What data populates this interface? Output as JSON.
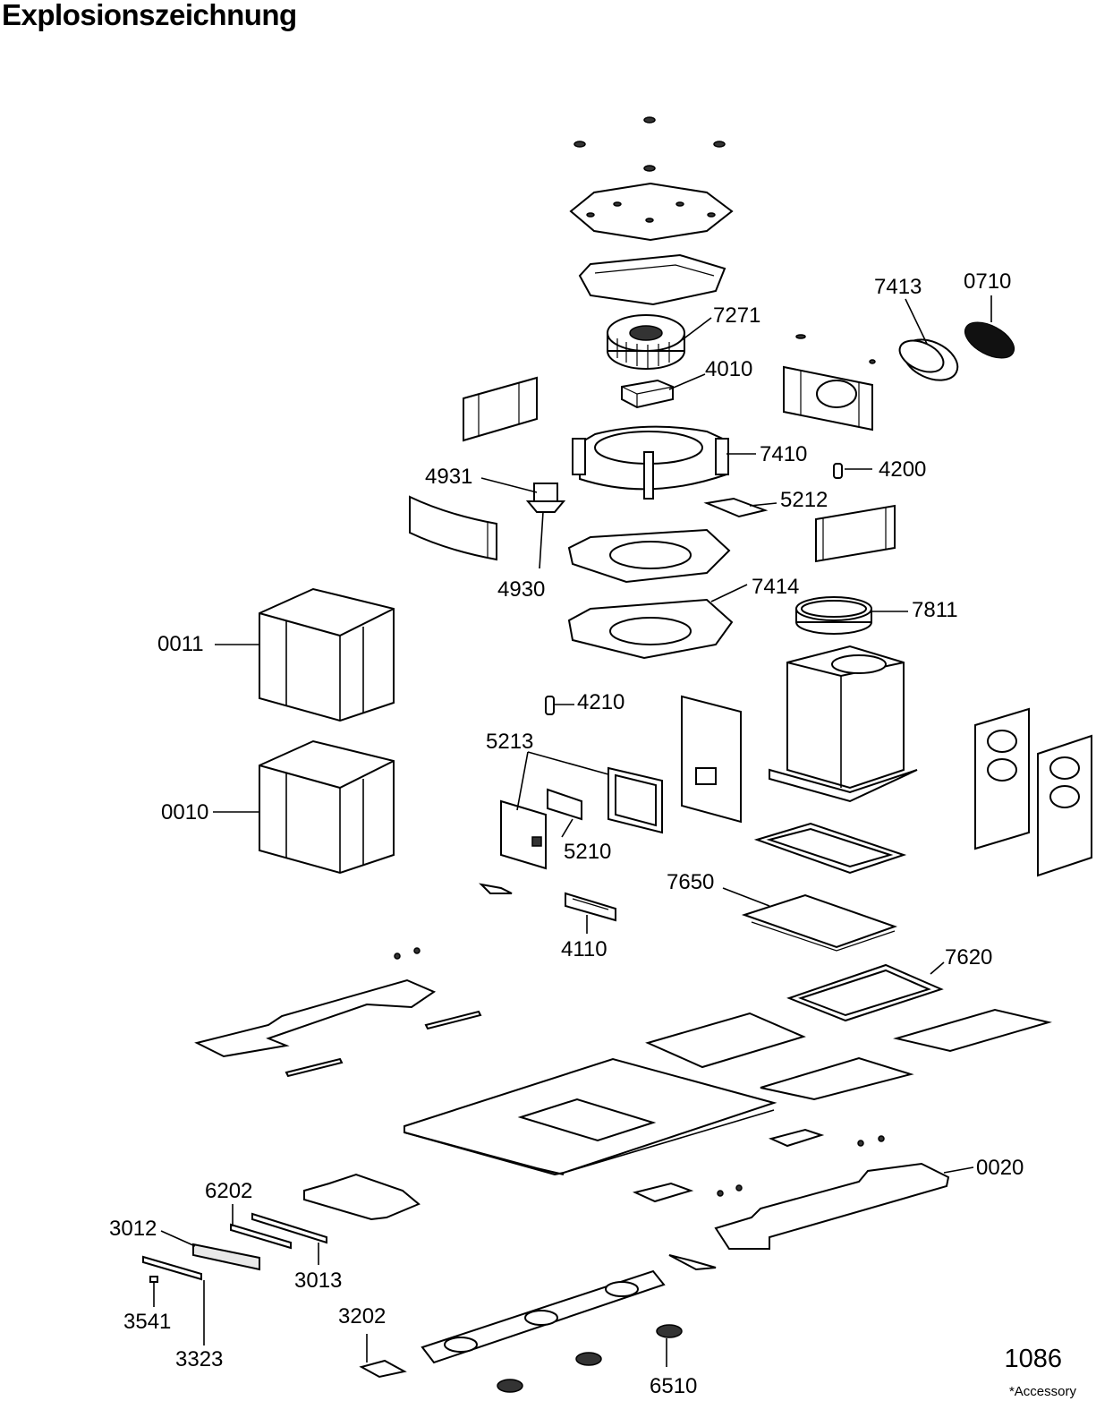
{
  "title": "Explosionszeichnung",
  "sheet_number": "1086",
  "accessory_note": "*Accessory",
  "parts": [
    {
      "id": "0710",
      "label": "0710"
    },
    {
      "id": "7413",
      "label": "7413"
    },
    {
      "id": "7271",
      "label": "7271"
    },
    {
      "id": "4010",
      "label": "4010"
    },
    {
      "id": "7410",
      "label": "7410"
    },
    {
      "id": "4200",
      "label": "4200"
    },
    {
      "id": "4931",
      "label": "4931"
    },
    {
      "id": "5212",
      "label": "5212"
    },
    {
      "id": "4930",
      "label": "4930"
    },
    {
      "id": "7414",
      "label": "7414"
    },
    {
      "id": "7811",
      "label": "7811"
    },
    {
      "id": "0011",
      "label": "0011"
    },
    {
      "id": "4210",
      "label": "4210"
    },
    {
      "id": "5213",
      "label": "5213"
    },
    {
      "id": "0010",
      "label": "0010"
    },
    {
      "id": "5210",
      "label": "5210"
    },
    {
      "id": "7650",
      "label": "7650"
    },
    {
      "id": "4110",
      "label": "4110"
    },
    {
      "id": "7620",
      "label": "7620"
    },
    {
      "id": "0020",
      "label": "0020"
    },
    {
      "id": "6202",
      "label": "6202"
    },
    {
      "id": "3012",
      "label": "3012"
    },
    {
      "id": "3013",
      "label": "3013"
    },
    {
      "id": "3541",
      "label": "3541"
    },
    {
      "id": "3202",
      "label": "3202"
    },
    {
      "id": "3323",
      "label": "3323"
    },
    {
      "id": "6510",
      "label": "6510"
    }
  ]
}
